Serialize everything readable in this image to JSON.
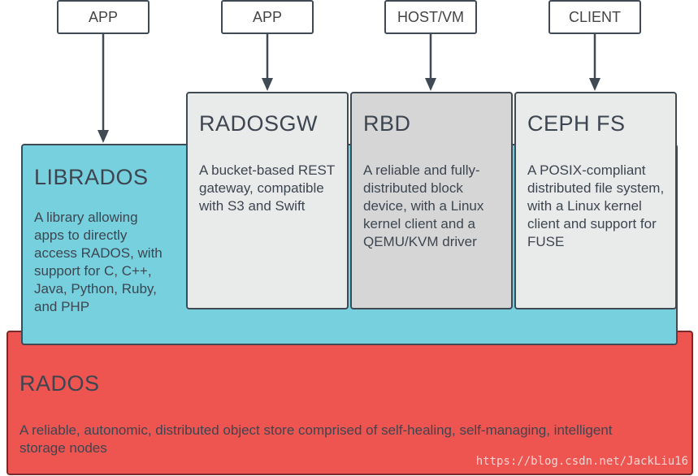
{
  "clients": [
    {
      "label": "APP"
    },
    {
      "label": "APP"
    },
    {
      "label": "HOST/VM"
    },
    {
      "label": "CLIENT"
    }
  ],
  "librados": {
    "title": "LIBRADOS",
    "description": "A library allowing apps to directly access RADOS, with support for C, C++, Java, Python, Ruby, and PHP"
  },
  "radosgw": {
    "title": "RADOSGW",
    "description": "A bucket-based REST gateway, compatible with S3 and Swift"
  },
  "rbd": {
    "title": "RBD",
    "description": "A reliable and fully-distributed block device, with a Linux kernel client and a QEMU/KVM driver"
  },
  "cephfs": {
    "title": "CEPH FS",
    "description": "A POSIX-compliant distributed file system, with a Linux kernel client and support for FUSE"
  },
  "rados": {
    "title": "RADOS",
    "description": "A reliable, autonomic, distributed object store comprised of self-healing, self-managing, intelligent storage nodes"
  },
  "watermark": "https://blog.csdn.net/JackLiu16",
  "colors": {
    "librados": "#77d0de",
    "rados": "#ee5450",
    "radosgw": "#e9eaea",
    "rbd": "#d6d6d6",
    "cephfs": "#e9eaea",
    "border": "#3f4a55"
  }
}
